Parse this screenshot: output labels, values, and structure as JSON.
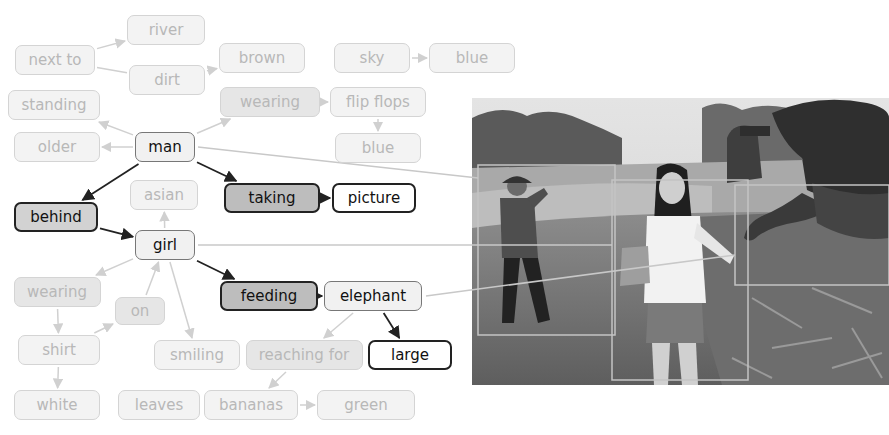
{
  "diagram": {
    "nodes": [
      {
        "text": [
          "river"
        ]
      },
      {
        "text": [
          "next to"
        ]
      },
      {
        "text": [
          "brown"
        ]
      },
      {
        "text": [
          "sky"
        ]
      },
      {
        "text": [
          "blue"
        ]
      },
      {
        "text": [
          "dirt"
        ]
      },
      {
        "text": [
          "standing"
        ]
      },
      {
        "text": [
          "wearing"
        ]
      },
      {
        "text": [
          "flip flops"
        ]
      },
      {
        "text": [
          "older"
        ]
      },
      {
        "text": [
          "man"
        ]
      },
      {
        "text": [
          "blue"
        ]
      },
      {
        "text": [
          "asian"
        ]
      },
      {
        "text": [
          "taking"
        ]
      },
      {
        "text": [
          "picture"
        ]
      },
      {
        "text": [
          "behind"
        ]
      },
      {
        "text": [
          "girl"
        ]
      },
      {
        "text": [
          "wearing"
        ]
      },
      {
        "text": [
          "feeding"
        ]
      },
      {
        "text": [
          "elephant"
        ]
      },
      {
        "text": [
          "on"
        ]
      },
      {
        "text": [
          "shirt"
        ]
      },
      {
        "text": [
          "smiling"
        ]
      },
      {
        "text": [
          "reaching for"
        ]
      },
      {
        "text": [
          "large"
        ]
      },
      {
        "text": [
          "white"
        ]
      },
      {
        "text": [
          "leaves"
        ]
      },
      {
        "text": [
          "bananas"
        ]
      },
      {
        "text": [
          "green"
        ]
      }
    ],
    "edges": [
      {
        "from": 5,
        "to": 1,
        "arrow": "none"
      },
      {
        "from": 1,
        "to": 0,
        "arrow": "to"
      },
      {
        "from": 5,
        "to": 2,
        "arrow": "to"
      },
      {
        "from": 3,
        "to": 4,
        "arrow": "to"
      },
      {
        "from": 10,
        "to": 6,
        "arrow": "to"
      },
      {
        "from": 10,
        "to": 9,
        "arrow": "to"
      },
      {
        "from": 10,
        "to": 7,
        "arrow": "to"
      },
      {
        "from": 7,
        "to": 8,
        "arrow": "to"
      },
      {
        "from": 8,
        "to": 11,
        "arrow": "to"
      },
      {
        "from": 10,
        "to": 13,
        "arrow": "to"
      },
      {
        "from": 13,
        "to": 14,
        "arrow": "to"
      },
      {
        "from": 10,
        "to": 15,
        "arrow": "to"
      },
      {
        "from": 15,
        "to": 16,
        "arrow": "to"
      },
      {
        "from": 16,
        "to": 12,
        "arrow": "to"
      },
      {
        "from": 16,
        "to": 18,
        "arrow": "to"
      },
      {
        "from": 18,
        "to": 19,
        "arrow": "to"
      },
      {
        "from": 16,
        "to": 17,
        "arrow": "to"
      },
      {
        "from": 17,
        "to": 21,
        "arrow": "to"
      },
      {
        "from": 21,
        "to": 20,
        "arrow": "to"
      },
      {
        "from": 20,
        "to": 16,
        "arrow": "to"
      },
      {
        "from": 21,
        "to": 25,
        "arrow": "to"
      },
      {
        "from": 16,
        "to": 22,
        "arrow": "to"
      },
      {
        "from": 19,
        "to": 23,
        "arrow": "to"
      },
      {
        "from": 19,
        "to": 24,
        "arrow": "to"
      },
      {
        "from": 23,
        "to": 27,
        "arrow": "to"
      },
      {
        "from": 27,
        "to": 28,
        "arrow": "to"
      }
    ]
  }
}
